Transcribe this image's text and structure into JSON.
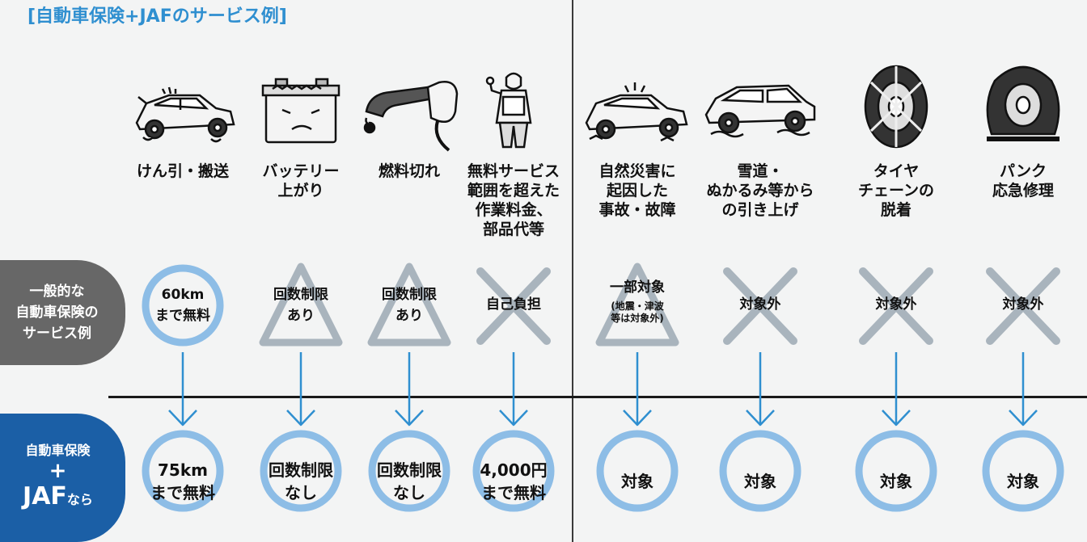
{
  "title": "[自動車保険+JAFのサービス例]",
  "row_labels": {
    "general": [
      "一般的な",
      "自動車保険の",
      "サービス例"
    ],
    "jaf_line1": "自動車保険",
    "jaf_plus": "+",
    "jaf_line3": "JAF",
    "jaf_suffix": "なら"
  },
  "colors": {
    "title_blue": "#2f8fd0",
    "circle_blue": "#8dbde6",
    "arrow_blue": "#2f8fd0",
    "mark_gray": "#a9b4bd",
    "general_pill": "#676767",
    "jaf_pill": "#1b5fa6"
  },
  "columns": [
    {
      "icon": "car-tow-icon",
      "name": "けん引・搬送",
      "general": {
        "mark": "circle",
        "text": "60km\nまで無料"
      },
      "jaf": {
        "text": "75km\nまで無料"
      }
    },
    {
      "icon": "battery-icon",
      "name": "バッテリー\n上がり",
      "general": {
        "mark": "triangle",
        "text": "回数制限\nあり"
      },
      "jaf": {
        "text": "回数制限\nなし"
      }
    },
    {
      "icon": "fuel-nozzle-icon",
      "name": "燃料切れ",
      "general": {
        "mark": "triangle",
        "text": "回数制限\nあり"
      },
      "jaf": {
        "text": "回数制限\nなし"
      }
    },
    {
      "icon": "mechanic-icon",
      "name": "無料サービス\n範囲を超えた\n作業料金、\n部品代等",
      "general": {
        "mark": "cross",
        "text": "自己負担"
      },
      "jaf": {
        "text": "4,000円\nまで無料"
      }
    },
    {
      "icon": "car-accident-icon",
      "name": "自然災害に\n起因した\n事故・故障",
      "general": {
        "mark": "triangle",
        "text": "一部対象",
        "note": "(地震・津波\n等は対象外)"
      },
      "jaf": {
        "text": "対象"
      }
    },
    {
      "icon": "car-stuck-icon",
      "name": "雪道・\nぬかるみ等から\nの引き上げ",
      "general": {
        "mark": "cross",
        "text": "対象外"
      },
      "jaf": {
        "text": "対象"
      }
    },
    {
      "icon": "tire-chain-icon",
      "name": "タイヤ\nチェーンの\n脱着",
      "general": {
        "mark": "cross",
        "text": "対象外"
      },
      "jaf": {
        "text": "対象"
      }
    },
    {
      "icon": "flat-tire-icon",
      "name": "パンク\n応急修理",
      "general": {
        "mark": "cross",
        "text": "対象外"
      },
      "jaf": {
        "text": "対象"
      }
    }
  ]
}
